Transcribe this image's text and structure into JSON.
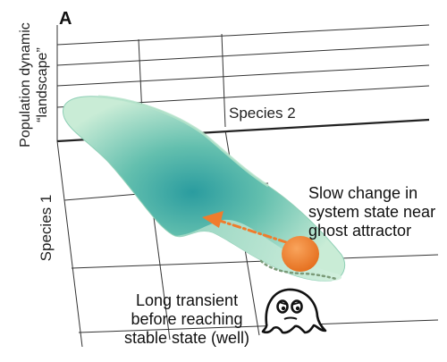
{
  "panel_label": "A",
  "yaxis_label": {
    "line1": "Population dynamic",
    "line2": "“landscape”"
  },
  "species2_label": "Species 2",
  "species1_label": "Species 1",
  "slow_change": {
    "line1": "Slow change in",
    "line2": "system state near",
    "line3": "ghost attractor"
  },
  "transient": {
    "line1": "Long transient",
    "line2": "before reaching",
    "line3": "stable state (well)"
  },
  "colors": {
    "surface_light": "#c9ecd6",
    "surface_dark": "#2a9c9f",
    "ball": "#f07c2c",
    "arrow": "#f07c2c",
    "grid": "#333333",
    "dotted_trail": "#7a9a78"
  },
  "icons": [
    "ghost-icon",
    "ball-icon",
    "arrow-icon"
  ]
}
